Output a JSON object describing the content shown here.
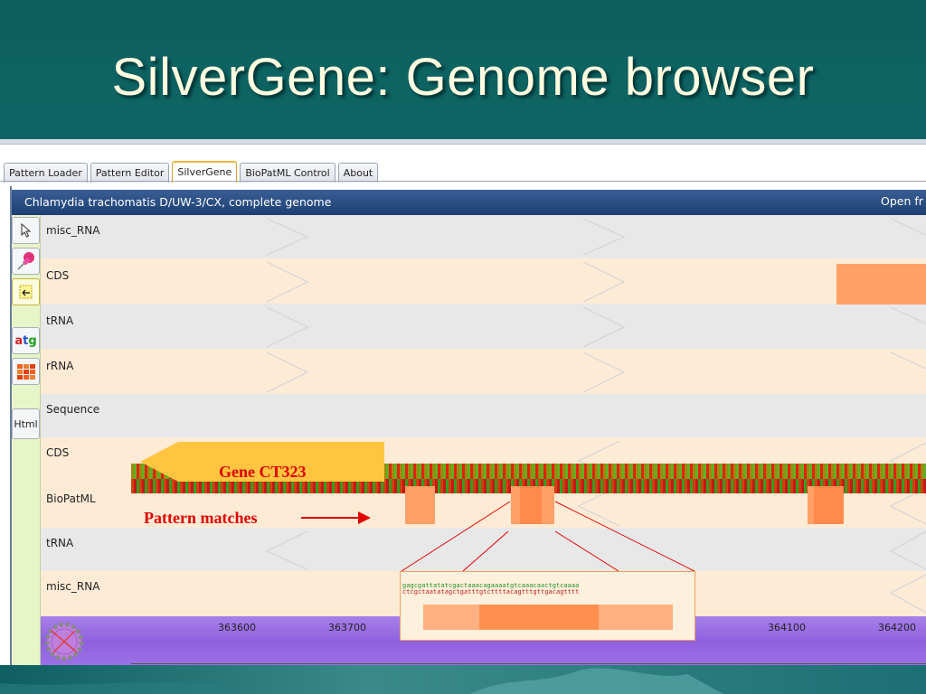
{
  "slide": {
    "title": "SilverGene: Genome browser"
  },
  "tabs": [
    "Pattern Loader",
    "Pattern Editor",
    "SilverGene",
    "BioPatML Control",
    "About"
  ],
  "active_tab": "SilverGene",
  "viewer": {
    "title": "Chlamydia trachomatis D/UW-3/CX, complete genome",
    "right_text": "Open fr"
  },
  "toolbar": {
    "atg_label": "atg",
    "html_label": "Html",
    "tools": [
      "pointer-tool",
      "pin-tool",
      "zoom-tool",
      "atg-tool",
      "sequence-grid-tool",
      "html-export-tool"
    ]
  },
  "tracks": [
    "misc_RNA",
    "CDS",
    "tRNA",
    "rRNA",
    "Sequence",
    "CDS",
    "BioPatML",
    "tRNA",
    "misc_RNA"
  ],
  "ruler": {
    "ticks": [
      "363600",
      "363700",
      "364100",
      "364200"
    ]
  },
  "annotations": {
    "gene": "Gene CT323",
    "pattern": "Pattern matches"
  },
  "zoom": {
    "seq_top": "gagcgattatatcgactaaacagaaaatgtcaaacaactgtcaaaa",
    "seq_bottom": "ctcgctaatatagctgatttgtcttttacagtttgttgacagtttt"
  },
  "colors": {
    "feature_orange": "#ffa066",
    "gene_arrow": "#ffc540",
    "annotation_red": "#e00000",
    "title_bar": "#1d3f73",
    "ruler_purple": "#9a6ee4"
  }
}
